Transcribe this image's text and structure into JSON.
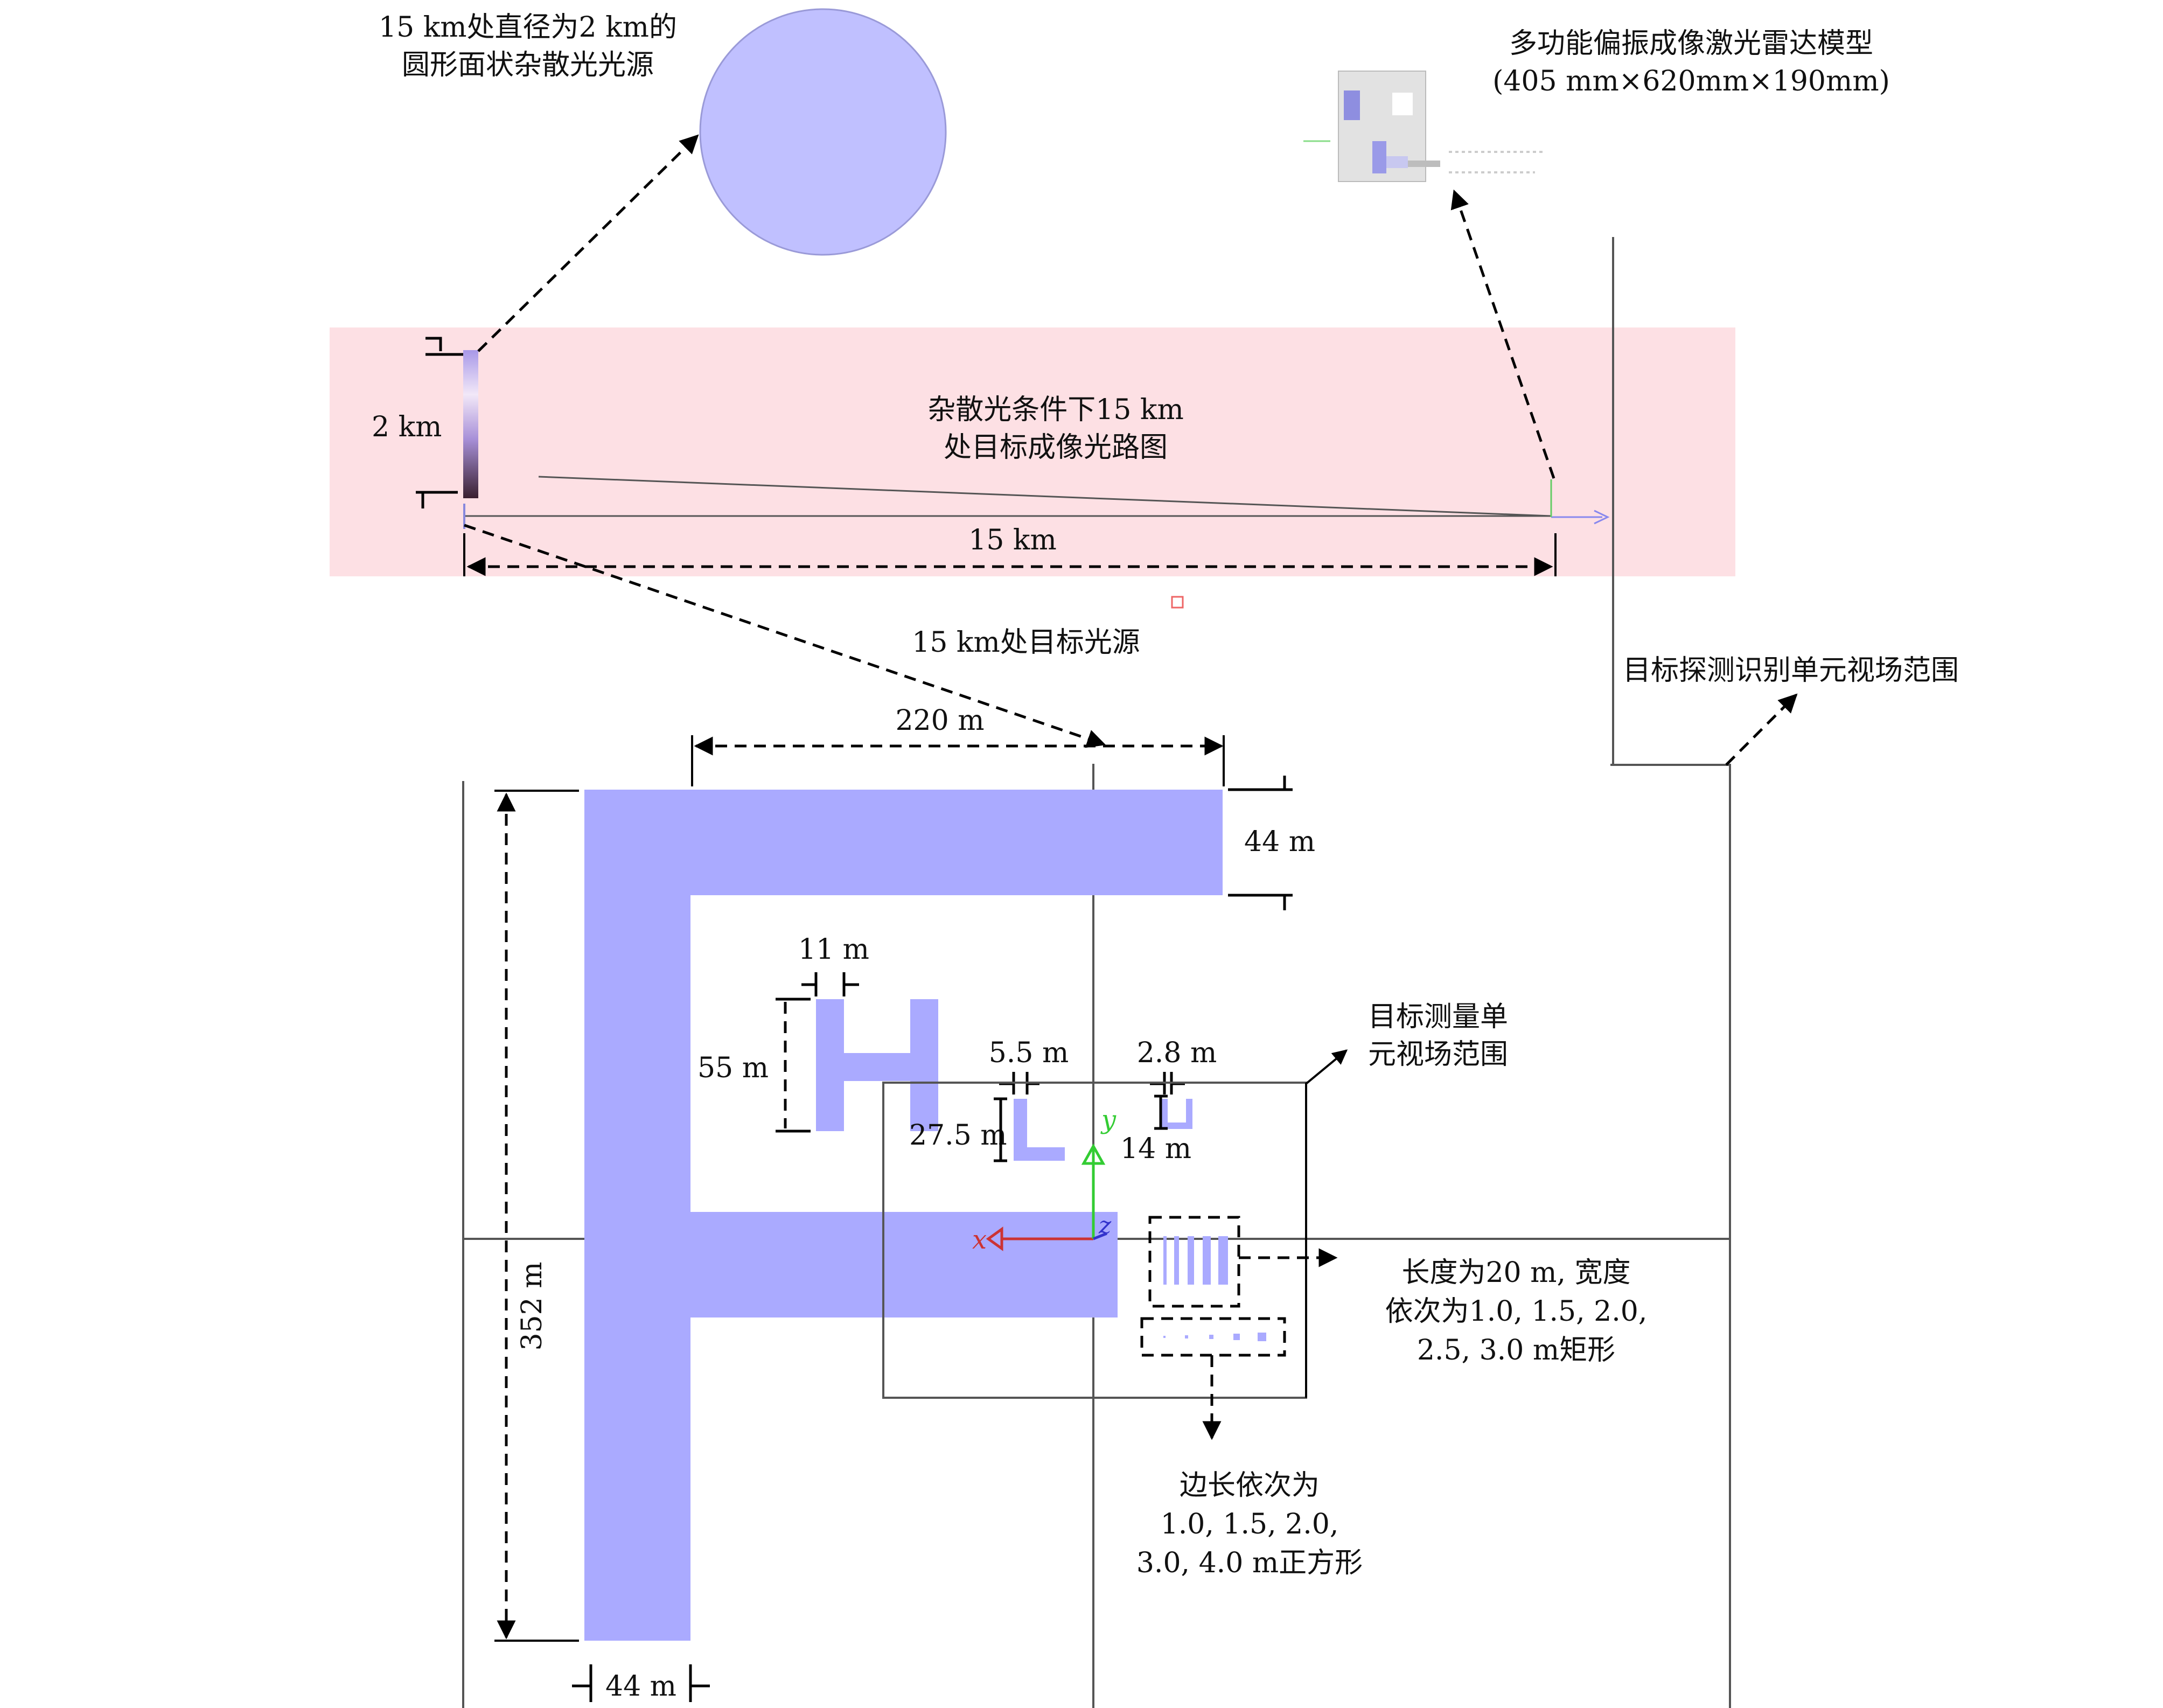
{
  "labels": {
    "stray_source": [
      "15 km处直径为2 km的",
      "圆形面状杂散光光源"
    ],
    "lidar_model": [
      "多功能偏振成像激光雷达模型",
      "(405 mm×620mm×190mm)"
    ],
    "optical_path": [
      "杂散光条件下15 km",
      "处目标成像光路图"
    ],
    "dim_2km": "2 km",
    "dim_15km": "15 km",
    "target_source": "15 km处目标光源",
    "detect_fov": "目标探测识别单元视场范围",
    "dim_220m": "220 m",
    "dim_44m_top": "44 m",
    "dim_11m": "11 m",
    "dim_55m": "55 m",
    "dim_5_5m": "5.5 m",
    "dim_2_8m": "2.8 m",
    "dim_27_5m": "27.5 m",
    "dim_14m": "14 m",
    "measure_fov": [
      "目标测量单",
      "元视场范围"
    ],
    "axis_x": "x",
    "axis_y": "y",
    "axis_z": "z",
    "dim_352m": "352 m",
    "dim_44m_bottom": "44 m",
    "rectangles_note": [
      "长度为20 m, 宽度",
      "依次为1.0, 1.5, 2.0,",
      "2.5, 3.0 m矩形"
    ],
    "squares_note": [
      "边长依次为",
      "1.0, 1.5, 2.0,",
      "3.0, 4.0 m正方形"
    ]
  },
  "colors": {
    "target": "#aaaaff",
    "disk": "#c0c0ff",
    "band": "#fde0e4",
    "axis_x": "#cc3333",
    "axis_y": "#33cc33",
    "axis_z": "#3333cc"
  }
}
